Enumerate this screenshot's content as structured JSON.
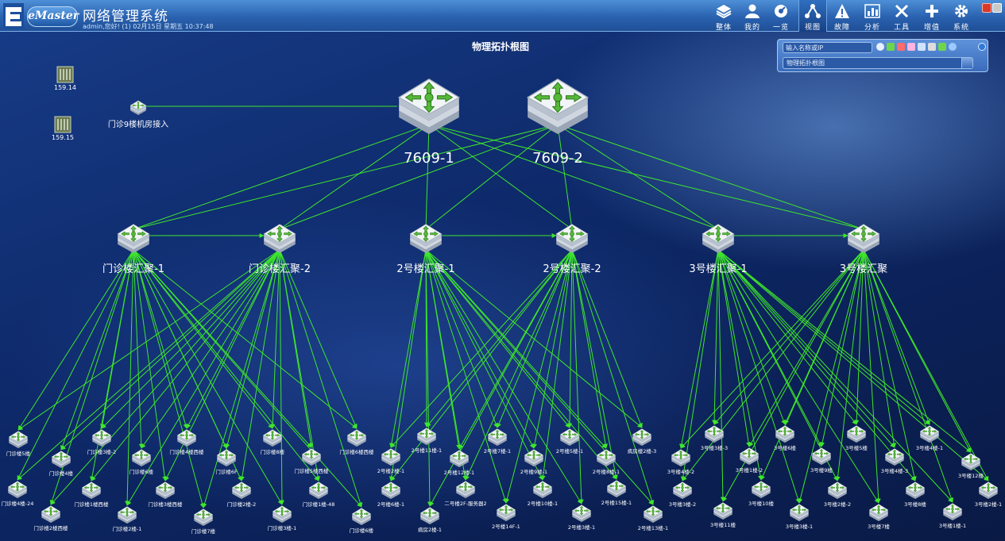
{
  "header": {
    "brand": "eMaster",
    "app_title": "网络管理系统",
    "user_info": "admin,您好! (1) 02月15日 星期五 10:37:48"
  },
  "nav": [
    {
      "label": "整体",
      "icon": "layers-icon"
    },
    {
      "label": "我的",
      "icon": "user-icon"
    },
    {
      "label": "一览",
      "icon": "dashboard-icon"
    },
    {
      "label": "视图",
      "icon": "topology-icon",
      "active": true
    },
    {
      "label": "故障",
      "icon": "warning-icon"
    },
    {
      "label": "分析",
      "icon": "chart-icon"
    },
    {
      "label": "工具",
      "icon": "tools-icon"
    },
    {
      "label": "增值",
      "icon": "plus-icon"
    },
    {
      "label": "系统",
      "icon": "gear-icon"
    }
  ],
  "colors": {
    "accent": "#2a62b0",
    "link_line": "#3ee62c",
    "switch_green": "#56b83a",
    "label": "#ffffff"
  },
  "map": {
    "title": "物理拓扑根图",
    "search_placeholder": "输入名称或IP",
    "view_selected": "物理拓扑根图",
    "tool_icons": [
      "search-icon",
      "add-icon",
      "save-icon",
      "layout-icon",
      "monitor-icon",
      "print-icon",
      "export-icon",
      "help-icon"
    ]
  },
  "servers": [
    {
      "label": "159.14"
    },
    {
      "label": "159.15"
    }
  ],
  "core": [
    {
      "label": "7609-1"
    },
    {
      "label": "7609-2"
    }
  ],
  "access_9f": {
    "label": "门诊9楼机房接入"
  },
  "agg": [
    {
      "label": "门诊楼汇聚-1"
    },
    {
      "label": "门诊楼汇聚-2"
    },
    {
      "label": "2号楼汇聚-1"
    },
    {
      "label": "2号楼汇聚-2"
    },
    {
      "label": "3号楼汇聚-1"
    },
    {
      "label": "3号楼汇聚"
    }
  ],
  "leaves": [
    {
      "label": "门诊楼5楼"
    },
    {
      "label": "门诊楼4楼"
    },
    {
      "label": "门诊楼3楼-2"
    },
    {
      "label": "门诊楼6楼"
    },
    {
      "label": "门诊楼4楼西楼"
    },
    {
      "label": "门诊楼6F"
    },
    {
      "label": "门诊楼8楼"
    },
    {
      "label": "门诊楼5楼西楼"
    },
    {
      "label": "门诊楼6楼西楼"
    },
    {
      "label": "门诊楼4楼-24"
    },
    {
      "label": "门诊楼2楼西楼"
    },
    {
      "label": "门诊楼1楼西楼"
    },
    {
      "label": "门诊楼2楼-1"
    },
    {
      "label": "门诊楼3楼西楼"
    },
    {
      "label": "门诊楼7楼"
    },
    {
      "label": "门诊楼2楼-2"
    },
    {
      "label": "门诊楼3楼-1"
    },
    {
      "label": "门诊楼1楼-48"
    },
    {
      "label": "门诊楼6楼"
    },
    {
      "label": "2号楼11楼-1"
    },
    {
      "label": "2号楼2楼-1"
    },
    {
      "label": "2号楼12楼-1"
    },
    {
      "label": "2号楼7楼-1"
    },
    {
      "label": "2号楼9楼-1"
    },
    {
      "label": "2号楼5楼-1"
    },
    {
      "label": "2号楼8楼-1"
    },
    {
      "label": "病房楼2楼-3"
    },
    {
      "label": "2号楼6楼-1"
    },
    {
      "label": "病房2楼-1"
    },
    {
      "label": "二号楼2F-服务器2"
    },
    {
      "label": "2号楼14F-1"
    },
    {
      "label": "2号楼10楼-1"
    },
    {
      "label": "2号楼3楼-1"
    },
    {
      "label": "2号楼15楼-1"
    },
    {
      "label": "2号楼13楼-1"
    },
    {
      "label": "3号楼3楼-3"
    },
    {
      "label": "3号楼4楼-2"
    },
    {
      "label": "3号楼1楼-2"
    },
    {
      "label": "3号楼6楼"
    },
    {
      "label": "3号楼9楼"
    },
    {
      "label": "3号楼5楼"
    },
    {
      "label": "3号楼4楼-3"
    },
    {
      "label": "3号楼4楼-1"
    },
    {
      "label": "3号楼12楼"
    },
    {
      "label": "3号楼3楼-2"
    },
    {
      "label": "3号楼11楼"
    },
    {
      "label": "3号楼10楼"
    },
    {
      "label": "3号楼3楼-1"
    },
    {
      "label": "3号楼2楼-2"
    },
    {
      "label": "3号楼7楼"
    },
    {
      "label": "3号楼8楼"
    },
    {
      "label": "3号楼1楼-1"
    },
    {
      "label": "3号楼2楼-1"
    }
  ]
}
